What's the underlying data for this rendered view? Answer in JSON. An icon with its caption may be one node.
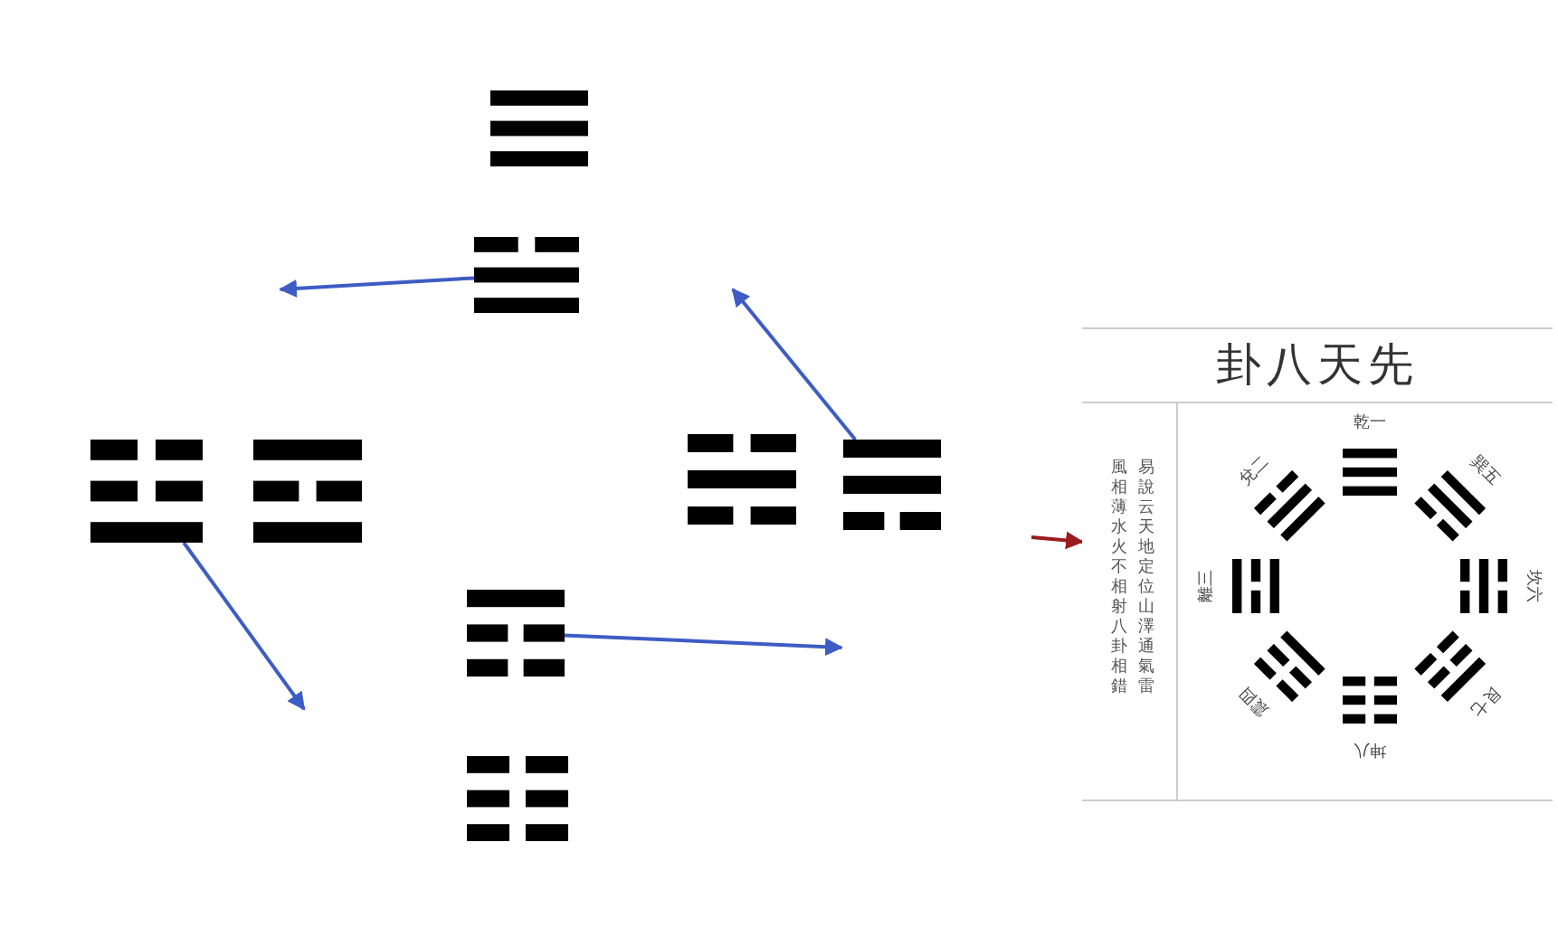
{
  "diagram": {
    "nodes": [
      {
        "text": [],
        "shape": "trigram"
      },
      {
        "text": [],
        "shape": "trigram"
      },
      {
        "text": [],
        "shape": "trigram"
      },
      {
        "text": [],
        "shape": "trigram"
      },
      {
        "text": [],
        "shape": "trigram"
      },
      {
        "text": [],
        "shape": "trigram"
      },
      {
        "text": [],
        "shape": "trigram"
      },
      {
        "text": [],
        "shape": "trigram"
      },
      {
        "text": [
          "卦八天先",
          "易說云天地定位山澤通氣雷風相薄水火不相射八卦相錯"
        ]
      },
      {
        "text": [
          "乾一"
        ],
        "in": 8
      },
      {
        "text": [
          "兌二"
        ],
        "in": 8
      },
      {
        "text": [
          "巽五"
        ],
        "in": 8
      },
      {
        "text": [
          "離三"
        ],
        "in": 8
      },
      {
        "text": [
          "坎六"
        ],
        "in": 8
      },
      {
        "text": [
          "震四"
        ],
        "in": 8
      },
      {
        "text": [
          "艮七"
        ],
        "in": 8
      },
      {
        "text": [
          "坤八"
        ],
        "in": 8
      }
    ],
    "edges": [
      {
        "from": 1,
        "to": null,
        "arrow": "to"
      },
      {
        "from": 5,
        "to": null,
        "arrow": "to"
      },
      {
        "from": 2,
        "to": null,
        "arrow": "to"
      },
      {
        "from": 6,
        "to": null,
        "arrow": "to"
      },
      {
        "from": null,
        "to": 8,
        "arrow": "to",
        "color": "#9b1c1c"
      }
    ]
  }
}
